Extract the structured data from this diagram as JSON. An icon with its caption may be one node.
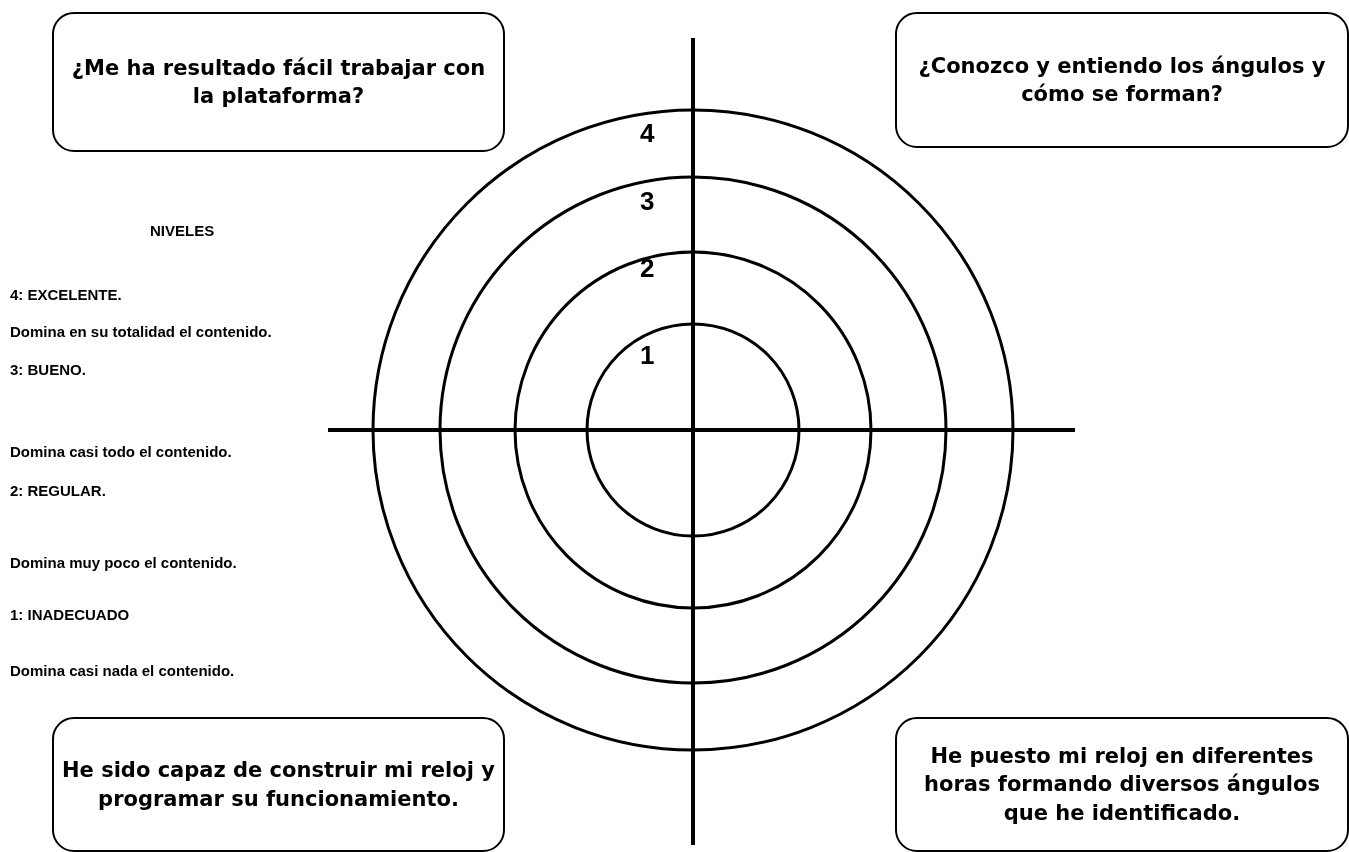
{
  "diagram": {
    "nodes": [
      {
        "text": [
          "¿Me ha resultado fácil trabajar con la plataforma?"
        ]
      },
      {
        "text": [
          "¿Conozco y entiendo los ángulos y cómo se forman?"
        ]
      },
      {
        "text": [
          "He sido capaz de construir mi reloj y programar su funcionamiento."
        ]
      },
      {
        "text": [
          "He puesto mi reloj en diferentes horas formando diversos ángulos que he identificado."
        ]
      }
    ],
    "edges": [],
    "labels": [
      "4",
      "3",
      "NIVELES",
      "2",
      "4: EXCELENTE.",
      "Domina en su totalidad el contenido.",
      "1",
      "3: BUENO.",
      "Domina casi todo el contenido.",
      "2: REGULAR.",
      "Domina muy poco el contenido.",
      "1: INADECUADO",
      "Domina casi nada el contenido."
    ]
  }
}
